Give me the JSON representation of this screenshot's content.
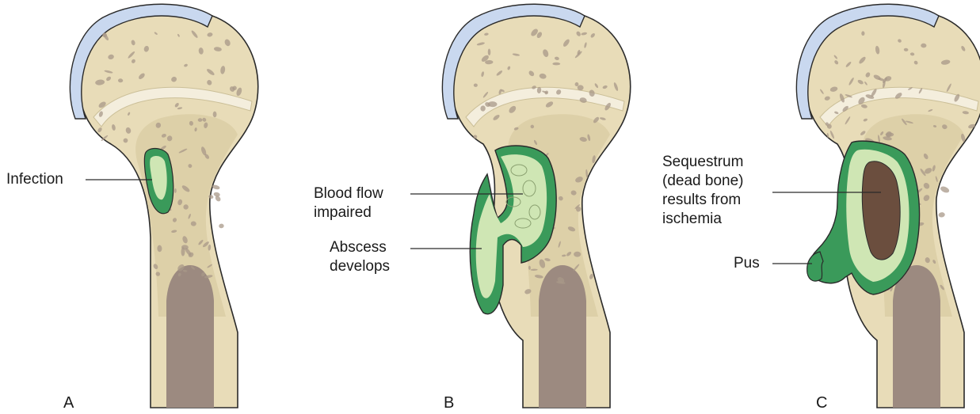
{
  "panels": [
    {
      "letter": "A",
      "labels": {
        "infection": "Infection"
      }
    },
    {
      "letter": "B",
      "labels": {
        "blood_flow_line1": "Blood flow",
        "blood_flow_line2": "impaired",
        "abscess_line1": "Abscess",
        "abscess_line2": "develops"
      }
    },
    {
      "letter": "C",
      "labels": {
        "sequestrum_line1": "Sequestrum",
        "sequestrum_line2": "(dead bone)",
        "sequestrum_line3": "results from",
        "sequestrum_line4": "ischemia",
        "pus": "Pus"
      }
    }
  ],
  "colors": {
    "bone_outer": "#e8dcb8",
    "bone_inner": "#ddd0a8",
    "trabecula": "#a89888",
    "cartilage": "#c9d8ef",
    "growth_plate": "#f4eedd",
    "marrow": "#9c8a80",
    "infection_light": "#cfe6b4",
    "infection_dark": "#3a9a5a",
    "necrotic": "#6b4e3e",
    "outline": "#2a2a2a"
  }
}
